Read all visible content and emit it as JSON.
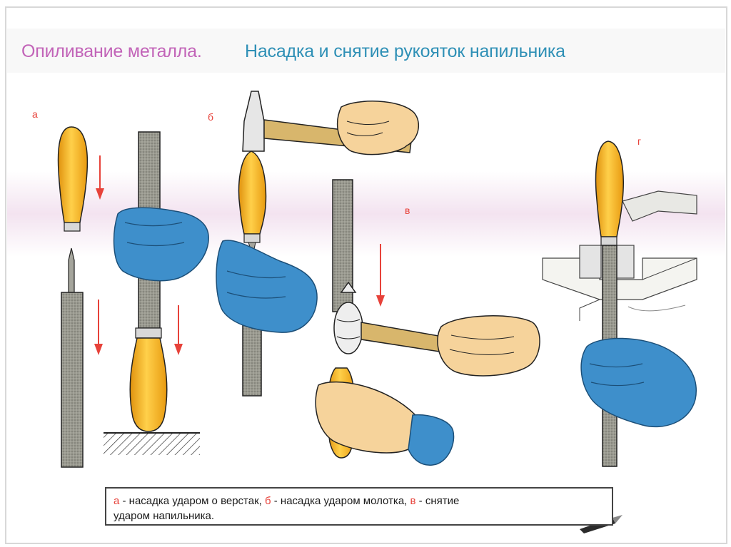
{
  "title": {
    "left": "Опиливание металла.",
    "right": "Насадка и снятие рукояток напильника",
    "left_color": "#c264b8",
    "right_color": "#2f90b6"
  },
  "labels": {
    "a": "а",
    "b": "б",
    "v": "в",
    "g": "г"
  },
  "caption": {
    "a_letter": "а",
    "a_text": " - насадка ударом о верстак, ",
    "b_letter": "б",
    "b_text": " - насадка ударом молотка, ",
    "v_letter": "в",
    "v_text": " - снятие",
    "line2": "ударом напильника."
  },
  "colors": {
    "handle": "#f5b21f",
    "glove": "#3e8fcb",
    "skin": "#f6d39b",
    "file": "#8e8e86",
    "arrow": "#e7423a",
    "accent": "#e7423a"
  }
}
